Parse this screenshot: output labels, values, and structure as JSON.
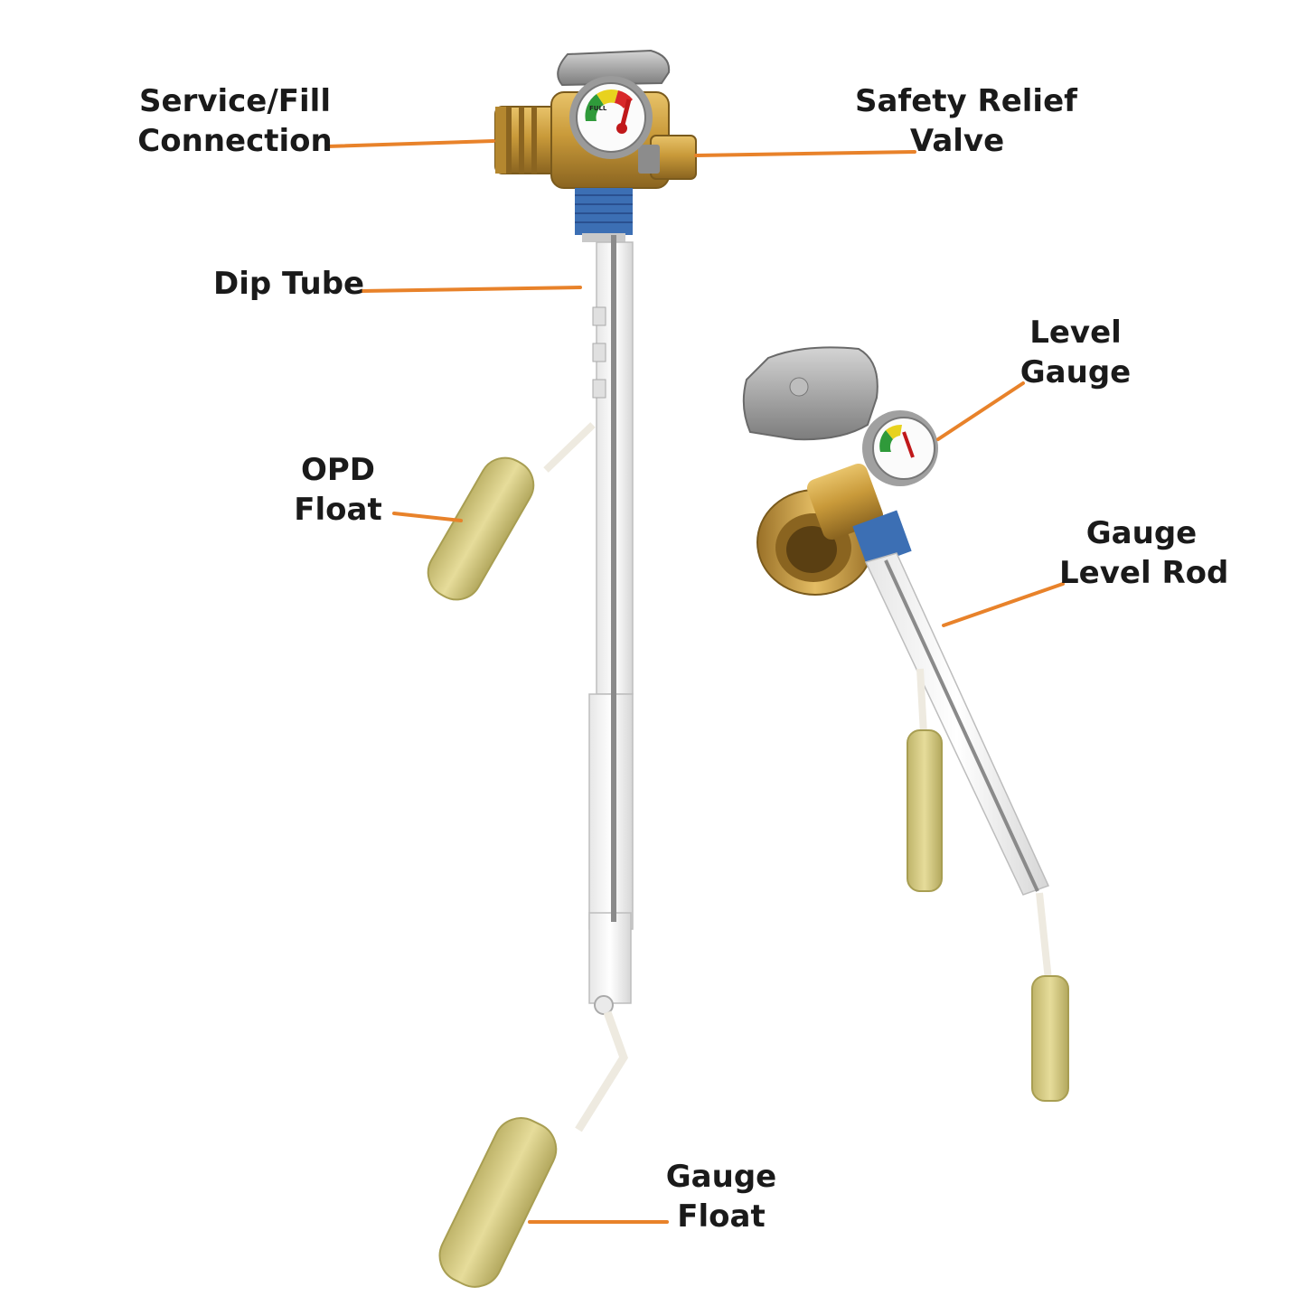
{
  "labels": {
    "service_fill": {
      "line1": "Service/Fill",
      "line2": "Connection"
    },
    "safety_relief": {
      "line1": "Safety Relief",
      "line2": "Valve"
    },
    "dip_tube": {
      "line1": "Dip Tube"
    },
    "opd_float": {
      "line1": "OPD",
      "line2": "Float"
    },
    "gauge_float": {
      "line1": "Gauge",
      "line2": "Float"
    },
    "level_gauge": {
      "line1": "Level",
      "line2": "Gauge"
    },
    "gauge_level_rod": {
      "line1": "Gauge",
      "line2": "Level Rod"
    }
  },
  "gauge_dial_text": "FULL",
  "colors": {
    "leader": "#e8822a",
    "brass": "#c99a3a",
    "float": "#d9cf8a",
    "handle": "#9a9a9a",
    "thread_tape": "#3c6fb4",
    "text": "#1a1a1a"
  }
}
